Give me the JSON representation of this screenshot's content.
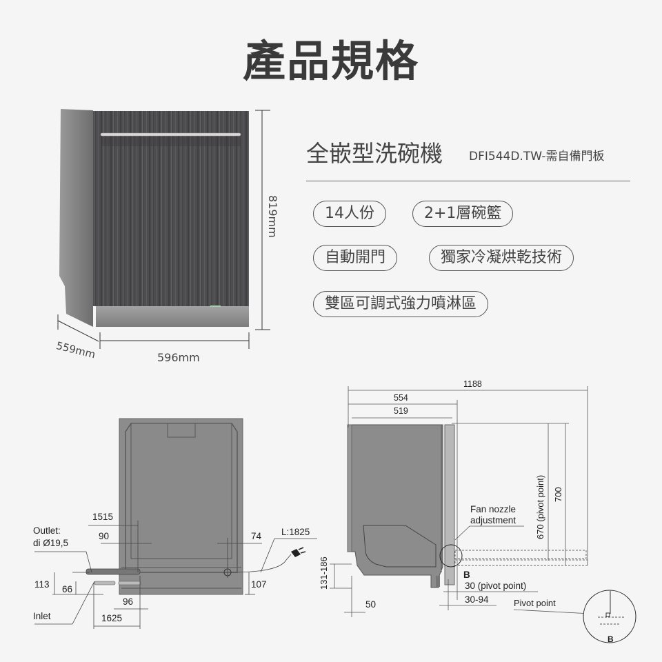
{
  "header": {
    "title": "產品規格"
  },
  "product": {
    "name": "全嵌型洗碗機",
    "model": "DFI544D.TW-需自備門板"
  },
  "features": [
    {
      "label": "14人份"
    },
    {
      "label": "2+1層碗籃"
    },
    {
      "label": "自動開門"
    },
    {
      "label": "獨家冷凝烘乾技術"
    },
    {
      "label": "雙區可調式強力噴淋區"
    }
  ],
  "dimensions_photo": {
    "height": "819mm",
    "width": "596mm",
    "depth": "559mm"
  },
  "front_drawing": {
    "outlet_label": "Outlet:",
    "outlet_diameter": "di Ø19,5",
    "inlet_label": "Inlet",
    "d1515": "1515",
    "d90": "90",
    "d74": "74",
    "cable_length": "L:1825",
    "d113": "113",
    "d66": "66",
    "d96": "96",
    "d1625": "1625",
    "d107": "107"
  },
  "side_drawing": {
    "d1188": "1188",
    "d554": "554",
    "d519": "519",
    "d670": "670 (pivot point)",
    "d700": "700",
    "fan_nozzle_1": "Fan nozzle",
    "fan_nozzle_2": "adjustment",
    "detail_b": "B",
    "d131_186": "131-186",
    "d50": "50",
    "d30_pivot": "30 (pivot point)",
    "d30_94": "30-94",
    "pivot_point": "Pivot point",
    "detail_b_label": "B"
  },
  "colors": {
    "background": "#f5f5f5",
    "text": "#333333",
    "wood_dark": "#4a4a4c",
    "appliance_gray": "#8a8a8a",
    "drawing_gray": "#8c8c8c"
  }
}
